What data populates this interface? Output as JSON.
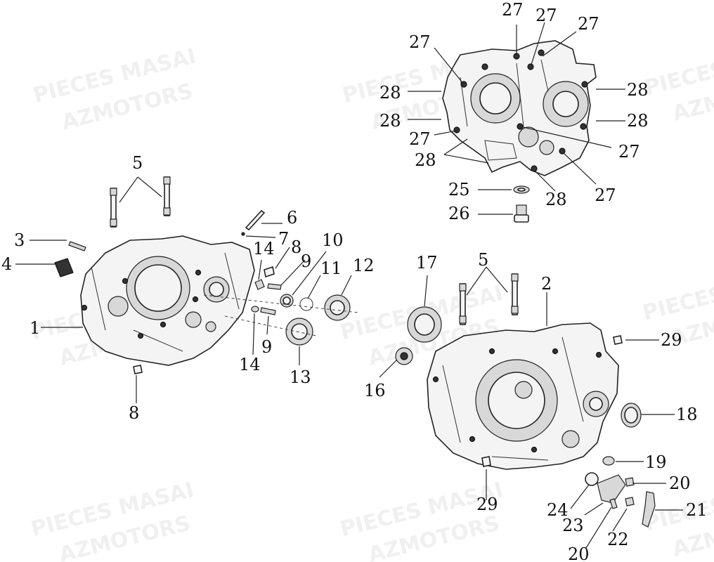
{
  "watermark": {
    "line1": "PIECES MASAI",
    "line2": "AZMOTORS"
  },
  "labels": {
    "p1": "1",
    "p2": "2",
    "p3": "3",
    "p4": "4",
    "p5a": "5",
    "p5b": "5",
    "p6": "6",
    "p7": "7",
    "p8a": "8",
    "p8b": "8",
    "p9a": "9",
    "p9b": "9",
    "p10": "10",
    "p11": "11",
    "p12": "12",
    "p13": "13",
    "p14a": "14",
    "p14b": "14",
    "p16": "16",
    "p17": "17",
    "p18": "18",
    "p19": "19",
    "p20a": "20",
    "p20b": "20",
    "p21": "21",
    "p22": "22",
    "p23": "23",
    "p24": "24",
    "p25": "25",
    "p26": "26",
    "p27a": "27",
    "p27b": "27",
    "p27c": "27",
    "p27d": "27",
    "p27e": "27",
    "p27f": "27",
    "p27g": "27",
    "p28a": "28",
    "p28b": "28",
    "p28c": "28",
    "p28d": "28",
    "p28e": "28",
    "p28f": "28",
    "p29a": "29",
    "p29b": "29"
  }
}
